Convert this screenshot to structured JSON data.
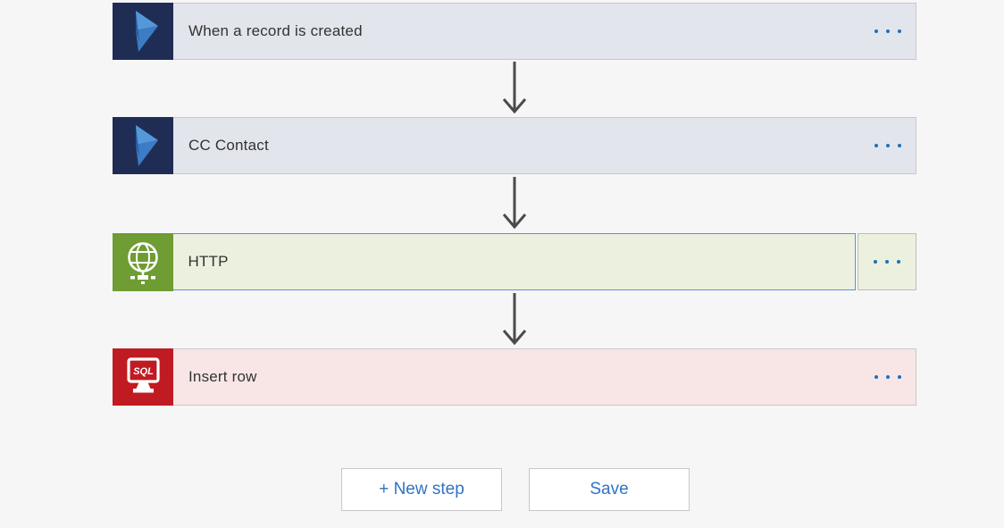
{
  "canvas": {
    "background": "#f6f6f6"
  },
  "flow": {
    "steps": [
      {
        "title": "When a record is created",
        "icon": "dynamics365-icon",
        "icon_bg": "#1f2d55",
        "card_bg": "#e3e5ec",
        "selected": false
      },
      {
        "title": "CC Contact",
        "icon": "dynamics365-icon",
        "icon_bg": "#1f2d55",
        "card_bg": "#e3e5ec",
        "selected": false
      },
      {
        "title": "HTTP",
        "icon": "http-globe-icon",
        "icon_bg": "#6f9c33",
        "card_bg": "#ecf0df",
        "selected": true,
        "selected_border": "#5b93d0"
      },
      {
        "title": "Insert row",
        "icon": "sql-server-icon",
        "icon_bg": "#c01b22",
        "card_bg": "#f8e6e7",
        "selected": false
      }
    ],
    "menu_icon": "ellipsis-icon",
    "menu_dot_color": "#1b6fc0",
    "arrow_color": "#4a4a4c"
  },
  "icons": {
    "sql_label": "SQL"
  },
  "footer": {
    "new_step_label": "+ New step",
    "save_label": "Save",
    "button_text_color": "#2e74c4"
  }
}
